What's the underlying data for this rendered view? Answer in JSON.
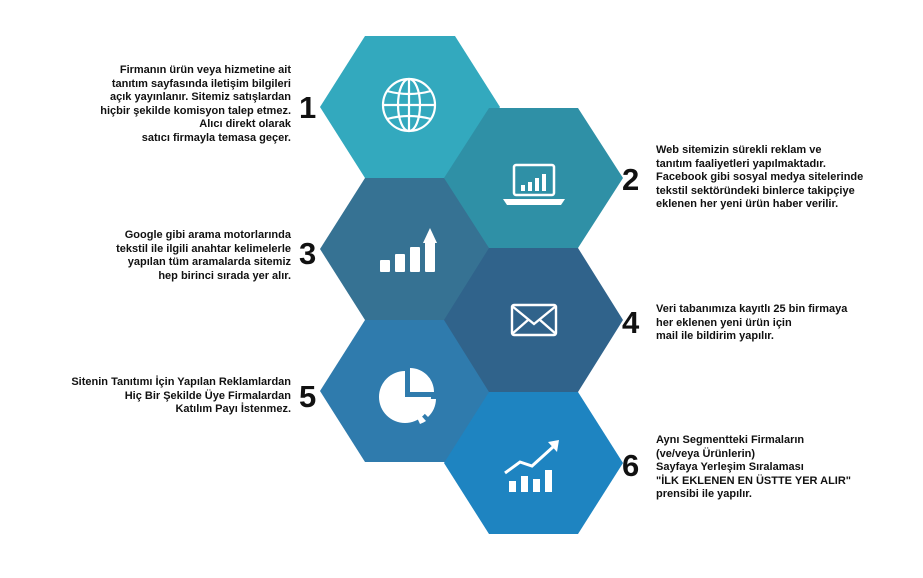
{
  "colors": {
    "hex1": "#33a9be",
    "hex2": "#2f90a6",
    "hex3": "#367293",
    "hex4": "#30638b",
    "hex5": "#2f7bad",
    "hex6": "#1e84c1",
    "icon": "#ffffff"
  },
  "steps": [
    {
      "number": "1",
      "icon": "globe-icon",
      "lines": [
        "Firmanın ürün veya hizmetine ait",
        "tanıtım sayfasında iletişim bilgileri",
        "açık yayınlanır. Sitemiz satışlardan",
        "hiçbir şekilde komisyon talep etmez.",
        "Alıcı direkt olarak",
        "satıcı firmayla temasa geçer."
      ]
    },
    {
      "number": "2",
      "icon": "laptop-chart-icon",
      "lines": [
        "Web sitemizin sürekli reklam ve",
        "tanıtım faaliyetleri yapılmaktadır.",
        "Facebook gibi sosyal medya sitelerinde",
        "tekstil sektöründeki binlerce takipçiye",
        "eklenen her yeni ürün haber verilir."
      ]
    },
    {
      "number": "3",
      "icon": "rising-bars-icon",
      "lines": [
        "Google gibi arama motorlarında",
        "tekstil ile ilgili anahtar kelimelerle",
        "yapılan tüm aramalarda sitemiz",
        "hep birinci sırada yer alır."
      ]
    },
    {
      "number": "4",
      "icon": "envelope-icon",
      "lines": [
        "Veri tabanımıza kayıtlı 25 bin firmaya",
        "her eklenen yeni ürün için",
        "mail ile bildirim yapılır."
      ]
    },
    {
      "number": "5",
      "icon": "pie-chart-icon",
      "lines": [
        "Sitenin Tanıtımı İçin Yapılan Reklamlardan",
        "Hiç Bir Şekilde Üye Firmalardan",
        "Katılım Payı İstenmez."
      ]
    },
    {
      "number": "6",
      "icon": "growth-chart-icon",
      "lines": [
        "Aynı Segmentteki Firmaların",
        "(ve/veya Ürünlerin)",
        "Sayfaya Yerleşim Sıralaması",
        "\"İLK EKLENEN EN ÜSTTE YER ALIR\"",
        "prensibi ile yapılır."
      ]
    }
  ]
}
